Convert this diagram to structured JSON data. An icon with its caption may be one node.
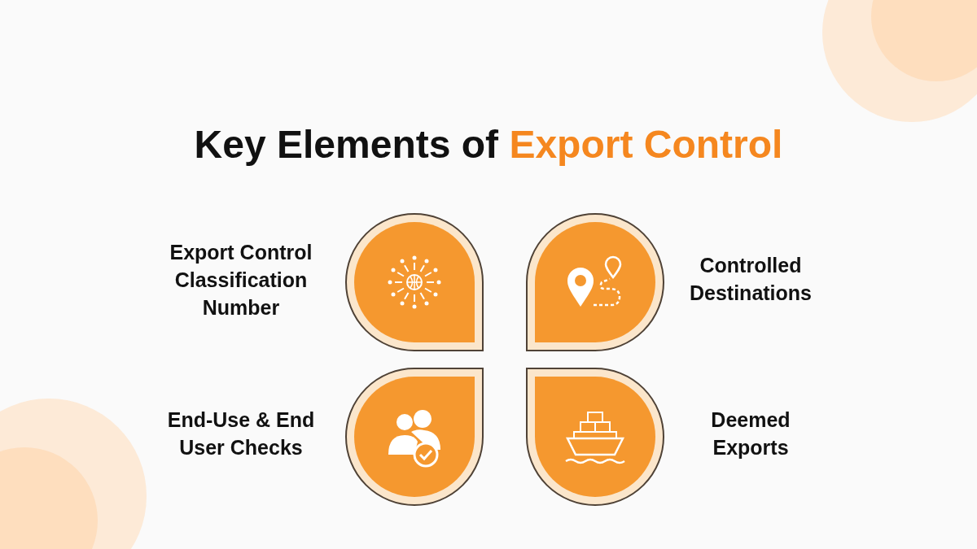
{
  "diagram": {
    "title": "Key Elements of **Export Control**",
    "nodes": [
      {
        "text": [
          "Export Control Classification Number"
        ]
      },
      {
        "text": [
          "Controlled Destinations"
        ]
      },
      {
        "text": [
          "End-Use & End User Checks"
        ]
      },
      {
        "text": [
          "Deemed Exports"
        ]
      }
    ]
  }
}
